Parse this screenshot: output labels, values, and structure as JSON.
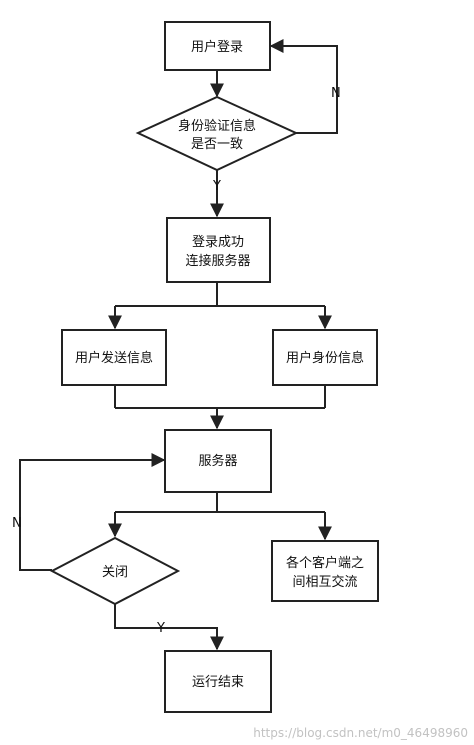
{
  "nodes": {
    "login": "用户登录",
    "verify": [
      "身份验证信息",
      "是否一致"
    ],
    "success": [
      "登录成功",
      "连接服务器"
    ],
    "send_info": "用户发送信息",
    "identity_info": "用户身份信息",
    "server": "服务器",
    "close": "关闭",
    "exchange": [
      "各个客户端之",
      "间相互交流"
    ],
    "end": "运行结束"
  },
  "edge_labels": {
    "verify_no": "N",
    "verify_yes": "Y",
    "close_no": "N",
    "close_yes": "Y"
  },
  "watermark": "https://blog.csdn.net/m0_46498960"
}
